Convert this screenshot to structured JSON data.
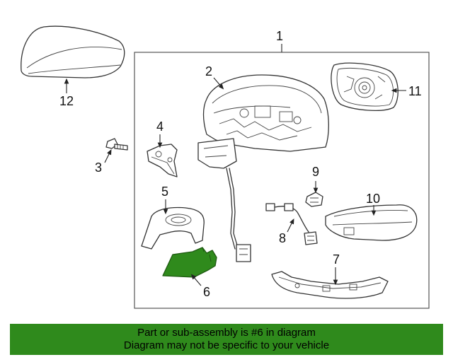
{
  "callouts": {
    "c1": "1",
    "c2": "2",
    "c3": "3",
    "c4": "4",
    "c5": "5",
    "c6": "6",
    "c7": "7",
    "c8": "8",
    "c9": "9",
    "c10": "10",
    "c11": "11",
    "c12": "12"
  },
  "highlight_part": "6",
  "highlight_color": "#2f8a1c",
  "banner": {
    "line1": "Part or sub-assembly is #6 in diagram",
    "line2": "Diagram may not be specific to your vehicle",
    "color": "#2f8a1c"
  }
}
